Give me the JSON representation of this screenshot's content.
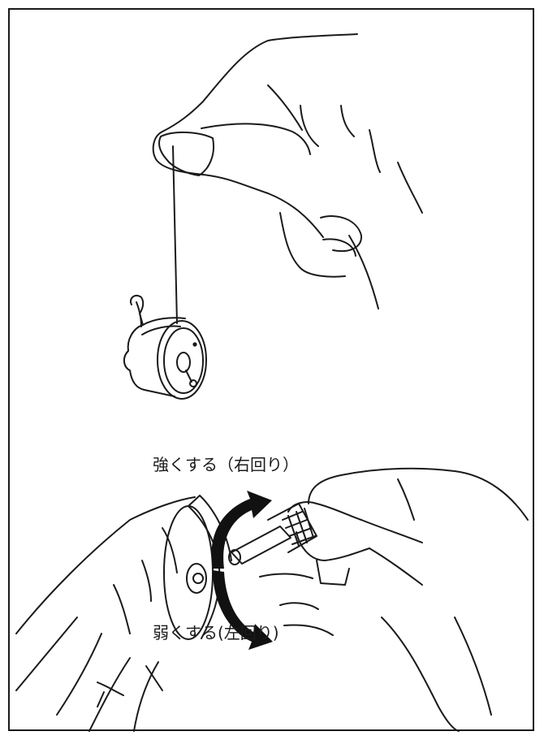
{
  "labels": {
    "tighten": "強くする（右回り）",
    "loosen": "弱くする(左回り)"
  },
  "colors": {
    "line": "#1a1a1a",
    "background": "#ffffff"
  },
  "icons": {
    "top": "hand-holding-bobbin-case-by-thread",
    "bottom": "screwdriver-adjusting-bobbin-case-screw",
    "arrow_clockwise": "curved-arrow-up-right",
    "arrow_counterclockwise": "curved-arrow-down-right"
  }
}
